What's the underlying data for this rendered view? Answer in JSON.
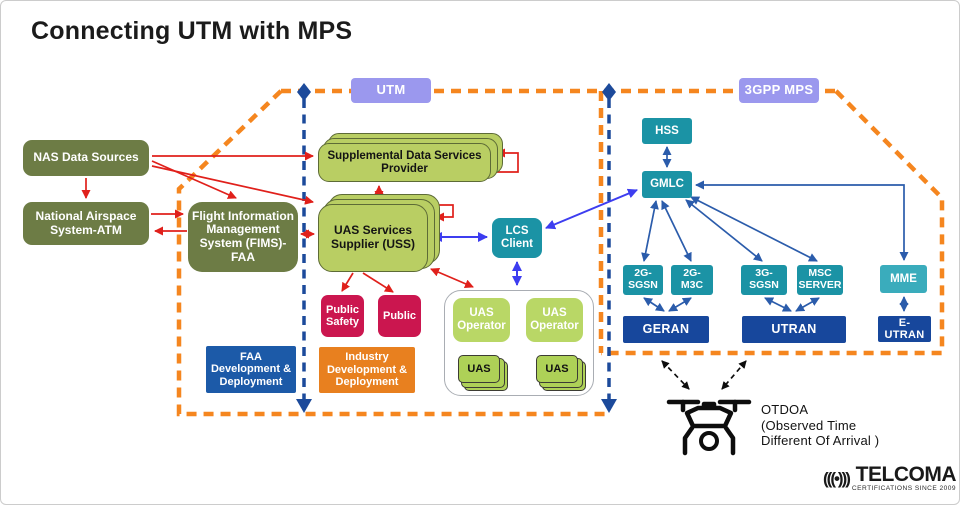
{
  "title": "Connecting UTM with MPS",
  "regions": {
    "utm": {
      "label": "UTM"
    },
    "mps": {
      "label": "3GPP MPS"
    }
  },
  "nodes": {
    "nas": {
      "label": "NAS Data Sources"
    },
    "natl_airspace": {
      "label": "National Airspace System-ATM"
    },
    "fims": {
      "label": "Flight Information Management System (FIMS)-FAA"
    },
    "sdsp": {
      "label": "Supplemental Data Services Provider"
    },
    "uss": {
      "label": "UAS Services Supplier (USS)"
    },
    "lcs": {
      "label": "LCS Client"
    },
    "public_safety": {
      "label": "Public Safety"
    },
    "public": {
      "label": "Public"
    },
    "faa_dev": {
      "label": "FAA Development & Deployment"
    },
    "industry_dev": {
      "label": "Industry Development & Deployment"
    },
    "uas_operator_1": {
      "label": "UAS Operator"
    },
    "uas_operator_2": {
      "label": "UAS Operator"
    },
    "uas_1": {
      "label": "UAS"
    },
    "uas_2": {
      "label": "UAS"
    },
    "hss": {
      "label": "HSS"
    },
    "gmlc": {
      "label": "GMLC"
    },
    "sgsn_2g": {
      "label": "2G-SGSN"
    },
    "m3c_2g": {
      "label": "2G-M3C"
    },
    "sgsn_3g": {
      "label": "3G-SGSN"
    },
    "msc_server": {
      "label": "MSC SERVER"
    },
    "mme": {
      "label": "MME"
    },
    "geran": {
      "label": "GERAN"
    },
    "utran": {
      "label": "UTRAN"
    },
    "eutran": {
      "label": "E-UTRAN"
    }
  },
  "annotation": {
    "lines": [
      "OTDOA",
      "(Observed Time",
      "Different Of Arrival )"
    ]
  },
  "logo": {
    "waves": "(((•)))",
    "name": "TELCOMA",
    "tagline": "CERTIFICATIONS SINCE 2009"
  },
  "colors": {
    "region_border_orange": "#f5861f",
    "timeline_navy": "#1c4a9b",
    "flow_red": "#e0201b",
    "flow_blue": "#3d3df0",
    "flow_steel": "#2b5cab",
    "node_olive": "#6d7c45",
    "node_lime": "#b9ce63",
    "node_lime_light": "#b9d766",
    "node_teal": "#1b93a5",
    "node_teal_light": "#3aacbc",
    "node_navy": "#17479c",
    "node_blue": "#1c5aa8",
    "node_crimson": "#cb164f",
    "node_orange": "#e8801f",
    "region_label_purple": "#9b98ee"
  }
}
